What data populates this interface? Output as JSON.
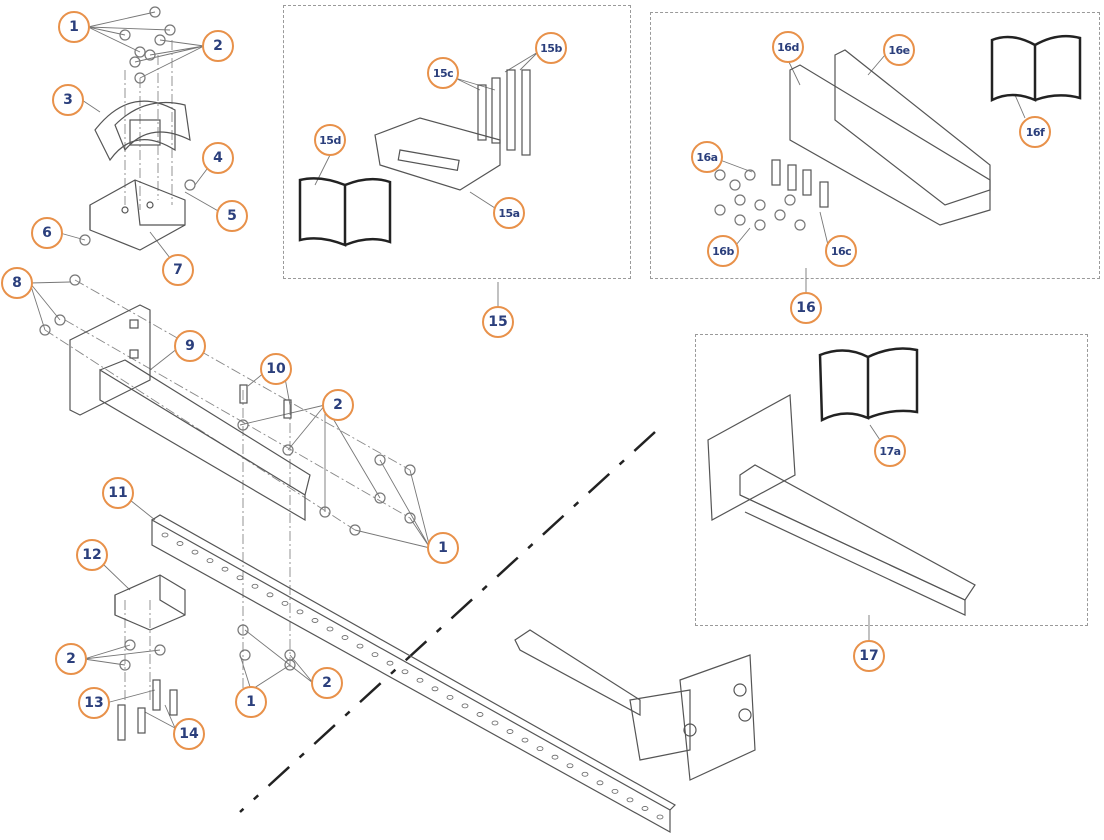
{
  "diagram": {
    "type": "exploded-parts-diagram",
    "accent_color": "#e8914a",
    "label_color": "#2b3f7c",
    "callouts": {
      "c1a": "1",
      "c2a": "2",
      "c3": "3",
      "c4": "4",
      "c5": "5",
      "c6": "6",
      "c7": "7",
      "c8": "8",
      "c9": "9",
      "c10": "10",
      "c2b": "2",
      "c1b": "1",
      "c11": "11",
      "c12": "12",
      "c2c": "2",
      "c13": "13",
      "c14": "14",
      "c1c": "1",
      "c2d": "2",
      "c15": "15",
      "c15a": "15a",
      "c15b": "15b",
      "c15c": "15c",
      "c15d": "15d",
      "c16": "16",
      "c16a": "16a",
      "c16b": "16b",
      "c16c": "16c",
      "c16d": "16d",
      "c16e": "16e",
      "c16f": "16f",
      "c17": "17",
      "c17a": "17a"
    }
  }
}
